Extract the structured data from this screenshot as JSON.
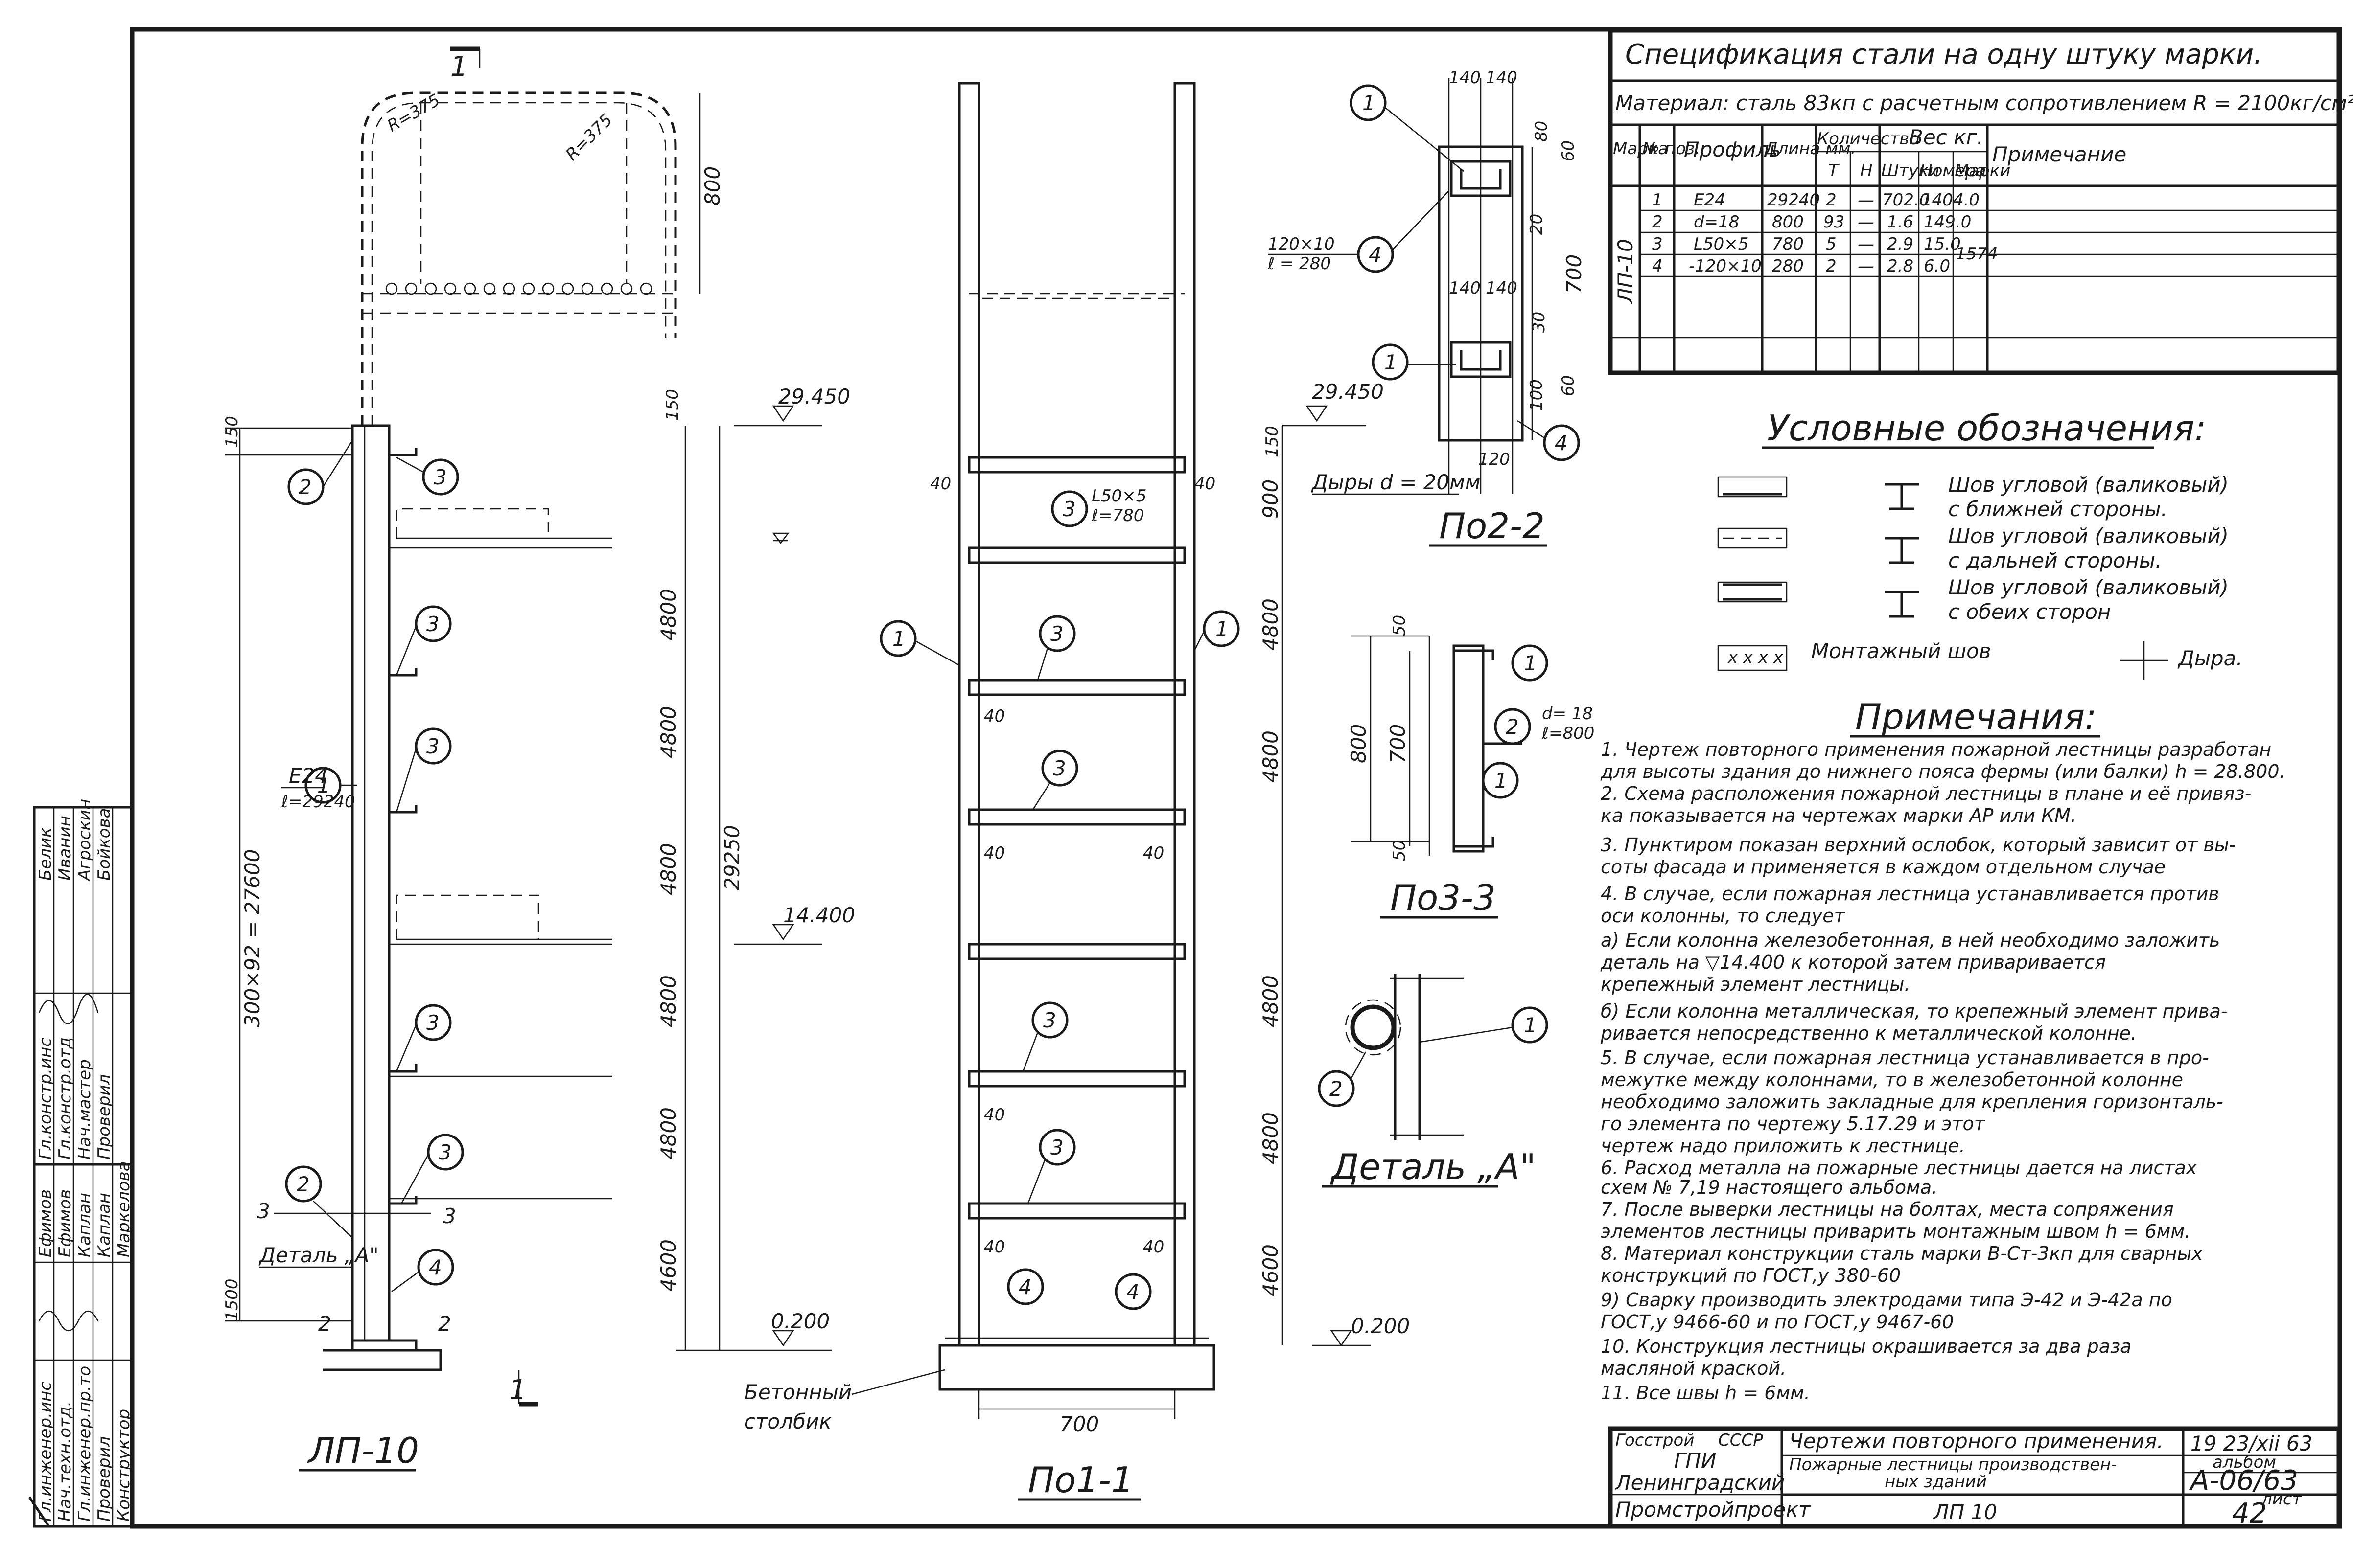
{
  "spec": {
    "title": "Спецификация стали на одну штуку марки.",
    "material": "Материал: сталь 83кп с расчетным сопротивлением R = 2100кг/см²",
    "headers": {
      "mark": "Марка",
      "pos": "№ поз.",
      "profile": "Профиль",
      "length": "Длина мм.",
      "qty": "Количество",
      "qty_t": "Т",
      "qty_n": "Н",
      "weight": "Вес кг.",
      "w_piece": "Штуки",
      "w_number": "Номера",
      "w_mark": "Марки",
      "note": "Примечание"
    },
    "mark_value": "ЛП-10",
    "mark_total": "1574",
    "rows": [
      {
        "pos": "1",
        "profile": "Е24",
        "length": "29240",
        "t": "2",
        "n": "—",
        "piece": "702.0",
        "number": "1404.0"
      },
      {
        "pos": "2",
        "profile": "d=18",
        "length": "800",
        "t": "93",
        "n": "—",
        "piece": "1.6",
        "number": "149.0"
      },
      {
        "pos": "3",
        "profile": "L50×5",
        "length": "780",
        "t": "5",
        "n": "—",
        "piece": "2.9",
        "number": "15.0"
      },
      {
        "pos": "4",
        "profile": "-120×10",
        "length": "280",
        "t": "2",
        "n": "—",
        "piece": "2.8",
        "number": "6.0"
      }
    ]
  },
  "legend": {
    "title": "Условные обозначения:",
    "items": [
      {
        "text1": "Шов угловой (валиковый)",
        "text2": "с ближней стороны."
      },
      {
        "text1": "Шов угловой (валиковый)",
        "text2": "с дальней стороны."
      },
      {
        "text1": "Шов угловой (валиковый)",
        "text2": "с обеих сторон"
      }
    ],
    "montage": "Монтажный шов",
    "hole": "Дыра."
  },
  "notes": {
    "title": "Примечания:",
    "lines": [
      "1. Чертеж повторного применения пожарной лестницы разработан",
      "для высоты здания до нижнего пояса фермы (или балки) h = 28.800.",
      "2. Схема расположения пожарной лестницы в плане и её привяз-",
      "ка показывается на чертежах марки АР или КМ.",
      "3. Пунктиром показан верхний ослобок, который зависит от вы-",
      "соты фасада и применяется в каждом отдельном случае",
      "4. В случае, если пожарная лестница устанавливается против",
      "оси колонны, то следует",
      "а) Если колонна железобетонная, в ней необходимо заложить",
      "деталь на        ▽14.400 к которой затем приваривается",
      "крепежный элемент лестницы.",
      "б) Если колонна металлическая, то крепежный элемент прива-",
      "ривается непосредственно к металлической колонне.",
      "5. В случае, если пожарная лестница устанавливается в про-",
      "межутке между колоннами, то в железобетонной колонне",
      "необходимо заложить закладные для крепления горизонталь-",
      "го элемента по чертежу  5.17.29           и этот",
      "чертеж надо приложить к лестнице.",
      "6. Расход металла на пожарные лестницы дается на листах",
      "схем № 7,19           настоящего альбома.",
      "7. После выверки лестницы на болтах, места сопряжения",
      "элементов лестницы приварить монтажным швом h = 6мм.",
      "8. Материал конструкции сталь марки В-Ст-3кп для сварных",
      "конструкций по ГОСТ,у 380-60",
      "9) Сварку производить электродами типа Э-42 и Э-42а по",
      "ГОСТ,у 9466-60 и по ГОСТ,у 9467-60",
      "10. Конструкция лестницы окрашивается за два раза",
      "масляной краской.",
      "11. Все швы h = 6мм."
    ]
  },
  "views": {
    "side_label": "ЛП-10",
    "front_label": "По1-1",
    "section22_label": "По2-2",
    "section33_label": "По3-3",
    "detail_label": "Деталь „А\"",
    "detail_ref": "Деталь „А\"",
    "concrete1": "Бетонный",
    "concrete2": "столбик",
    "holes_note": "Дыры d = 20мм",
    "levels": {
      "top": "29.450",
      "mid": "14.400",
      "bottom": "0.200"
    },
    "side_dims": {
      "total": "29250",
      "stack": "300×92 = 27600",
      "hoop_h": "800",
      "r1": "R=375",
      "r2": "R=375",
      "top": "150",
      "seg": [
        "4800",
        "4800",
        "4800",
        "4800",
        "4800"
      ],
      "last": "4600",
      "base": "1500",
      "c24": "Е24",
      "c24_len": "ℓ=29240",
      "sec3": "3",
      "sec2": "2",
      "sec1": "1"
    },
    "front_dims": {
      "width": "700",
      "side_gap": "40",
      "angle": "L50×5",
      "angle_len": "ℓ=780",
      "top": "150",
      "first": "900",
      "seg": [
        "4800",
        "4800",
        "4800",
        "4800"
      ],
      "last": "4600"
    },
    "s22_dims": {
      "w1": "140",
      "w2": "140",
      "plate": "120×10",
      "plate_len": "ℓ = 280",
      "d80": "80",
      "d60": "60",
      "d20": "20",
      "d700": "700",
      "d30": "30",
      "d100": "100",
      "d120": "120"
    },
    "s33_dims": {
      "d50a": "50",
      "d800": "800",
      "d700": "700",
      "d50b": "50",
      "rod": "d= 18",
      "rod_len": "ℓ=800"
    }
  },
  "title_block": {
    "org1": "Госстрой",
    "org2": "СССР",
    "org3": "ГПИ",
    "org4": "Ленинградский",
    "org5": "Промстройпроект",
    "desc1": "Чертежи повторного применения.",
    "desc2": "Пожарные лестницы производствен-",
    "desc3": "ных зданий",
    "mark": "ЛП 10",
    "date": "19 23/xii 63",
    "album_label": "альбом",
    "album": "А-06/63",
    "sheet_label": "лист",
    "sheet": "42"
  },
  "stamp": {
    "roles": [
      "Гл.инженер.инс",
      "Нач.техн.отд.",
      "Гл.инженер.пр.то",
      "Проверил",
      "Конструктор"
    ],
    "roles2": [
      "Гл.констр.инс",
      "Гл.констр.отд",
      "Нач.мастер",
      "Проверил"
    ],
    "names": [
      "Ефимов",
      "Ефимов",
      "Каплан",
      "Каплан",
      "Маркелова"
    ],
    "names2": [
      "Белик",
      "Иванин",
      "Агроскин",
      "Бойкова"
    ]
  }
}
